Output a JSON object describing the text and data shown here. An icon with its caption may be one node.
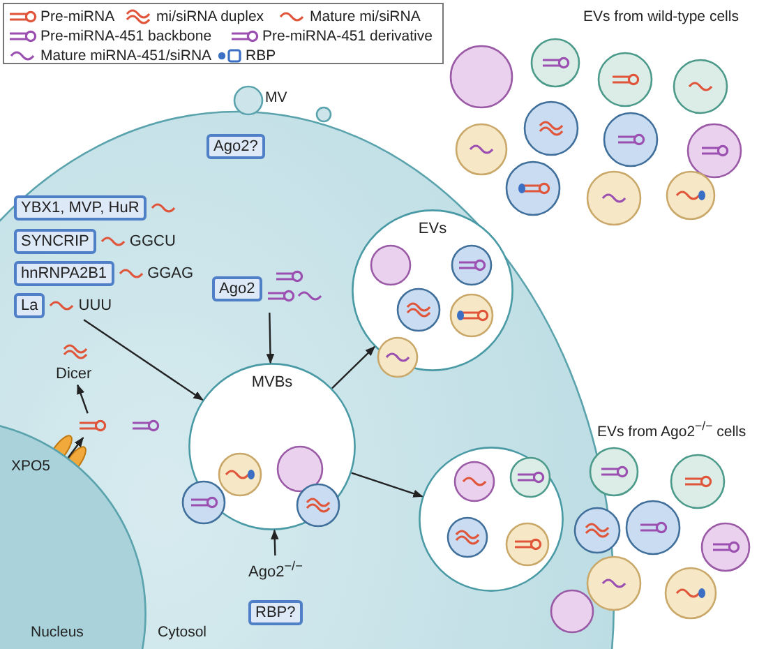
{
  "diagram": {
    "nodes": [
      {
        "text": [
          "Ago2?"
        ]
      },
      {
        "text": [
          "YBX1, MVP, HuR"
        ]
      },
      {
        "text": [
          "SYNCRIP"
        ],
        "beside": [
          "GGCU"
        ]
      },
      {
        "text": [
          "hnRNPA2B1"
        ],
        "beside": [
          "GGAG"
        ]
      },
      {
        "text": [
          "La"
        ],
        "beside": [
          "UUU"
        ]
      },
      {
        "text": [
          "Ago2"
        ]
      },
      {
        "text": [
          "EVs"
        ]
      },
      {
        "text": [
          "Dicer"
        ]
      },
      {
        "text": [
          "MVBs"
        ]
      },
      {
        "text": [],
        "shape": "picture"
      },
      {
        "text": [],
        "shape": "circle"
      },
      {
        "text": [
          "Nucleus"
        ]
      },
      {
        "text": [
          "Ago2$^{−/−}$"
        ]
      },
      {
        "text": [
          "RBP?"
        ]
      }
    ],
    "edges": [
      {
        "from": 4,
        "to": 8,
        "arrow": "to"
      },
      {
        "from": 5,
        "to": 8,
        "arrow": "to"
      },
      {
        "from": 8,
        "to": 6,
        "arrow": "to"
      },
      {
        "from": 8,
        "to": 10,
        "arrow": "to"
      },
      {
        "from": 12,
        "to": 8,
        "arrow": "to"
      },
      {
        "from": 9,
        "to": 7,
        "arrow": "to"
      },
      {
        "from": 11,
        "to": 9,
        "arrow": "to"
      }
    ],
    "labels": [
      "EVs from wild-type cells",
      "MV",
      "XPO5",
      "Cytosol",
      "EVs from Ago2$^{−/−}$ cells"
    ],
    "legend": [
      {
        "text": "Pre-miRNA"
      },
      {
        "text": "mi/siRNA duplex"
      },
      {
        "text": "Mature mi/siRNA"
      },
      {
        "text": "Pre-miRNA-451 backbone"
      },
      {
        "text": "Pre-miRNA-451 derivative"
      },
      {
        "text": "Mature miRNA-451/siRNA"
      },
      {
        "text": "RBP"
      }
    ]
  }
}
